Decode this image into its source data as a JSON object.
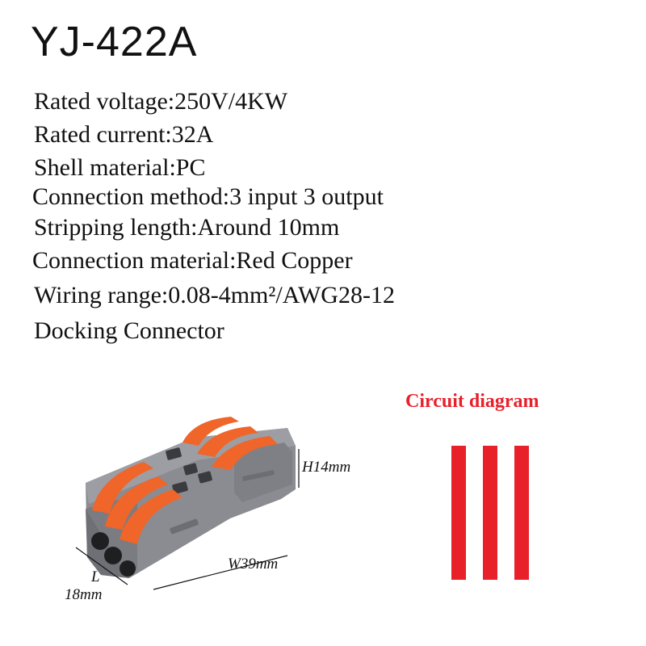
{
  "title": "YJ-422A",
  "specs": [
    "Rated voltage:250V/4KW",
    "Rated current:32A",
    "Shell material:PC",
    "Connection method:3 input 3 output",
    "Stripping length:Around 10mm",
    "Connection material:Red Copper",
    "Wiring range:0.08-4mm²/AWG28-12",
    "Docking Connector"
  ],
  "circuit": {
    "title": "Circuit diagram",
    "bar_color": "#e8202a",
    "bar_count": 3
  },
  "dimensions": {
    "height": "H14mm",
    "width": "W39mm",
    "length_label": "L",
    "length_value": "18mm"
  },
  "colors": {
    "shell": "#8a8c91",
    "lever": "#f0652a"
  }
}
